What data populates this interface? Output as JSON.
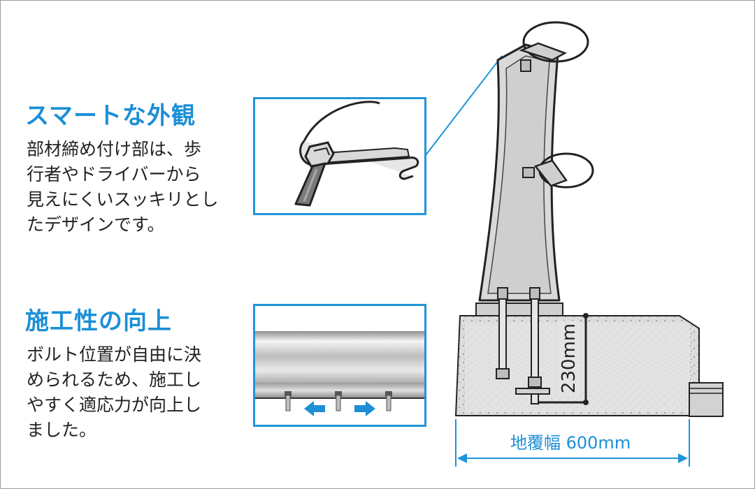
{
  "section1": {
    "title": "スマートな外観",
    "lines": [
      "部材締め付け部は、歩",
      "行者やドライバーから",
      "見えにくいスッキリとし",
      "たデザインです。"
    ]
  },
  "section2": {
    "title": "施工性の向上",
    "lines": [
      "ボルト位置が自由に決",
      "められるため、施工し",
      "やすく適応力が向上し",
      "ました。"
    ]
  },
  "dimensions": {
    "height_label": "230mm",
    "width_label": "地覆幅 600mm"
  },
  "colors": {
    "accent": "#1c8fd6",
    "post_fill": "#d9d9d9",
    "outline": "#222222"
  }
}
